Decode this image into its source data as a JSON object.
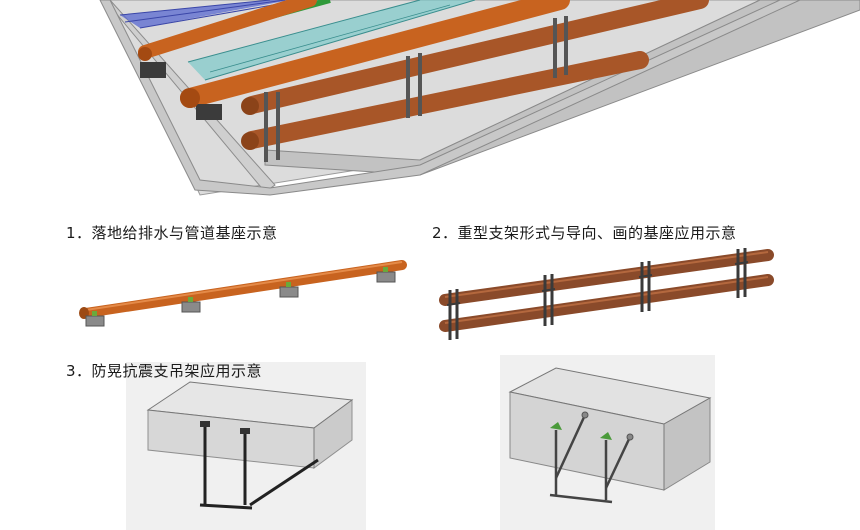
{
  "captions": {
    "c1": "1．落地给排水与管道基座示意",
    "c2": "2．重型支架形式与导向、画的基座应用示意",
    "c3": "3．防晃抗震支吊架应用示意"
  },
  "colors": {
    "pipe_orange": "#c8631f",
    "pipe_brown": "#8a4a2a",
    "concrete": "#d9d9d9",
    "steel": "#3a3a3a",
    "cable_blue": "#4a5cc8",
    "cable_teal": "#58b8b8",
    "pipe_green": "#3aa043",
    "box_gray": "#c9c9c9",
    "bracket_green": "#4a9a3a"
  }
}
